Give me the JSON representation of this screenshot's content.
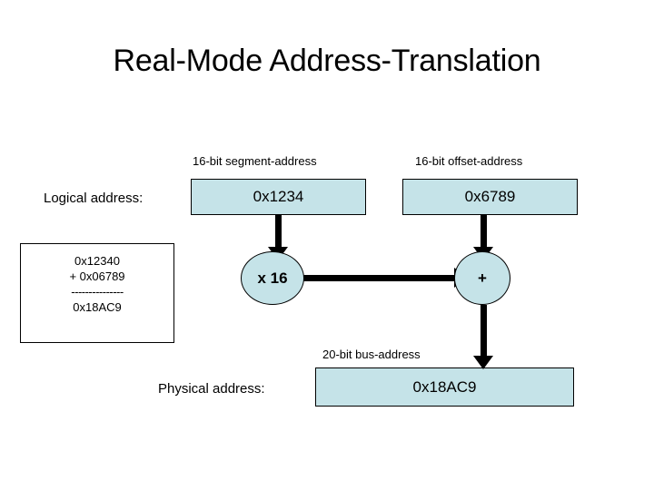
{
  "slide": {
    "title": "Real-Mode Address-Translation",
    "headers": {
      "segment": "16-bit segment-address",
      "offset": "16-bit offset-address",
      "bus": "20-bit bus-address"
    },
    "rows": {
      "logical_label": "Logical address:",
      "physical_label": "Physical address:"
    },
    "boxes": {
      "segment_value": "0x1234",
      "offset_value": "0x6789",
      "physical_value": "0x18AC9"
    },
    "nodes": {
      "multiply": "x 16",
      "add": "+"
    },
    "calculation": {
      "line1": "0x12340",
      "line2": "+ 0x06789",
      "line3": "---------------",
      "line4": "0x18AC9"
    },
    "colors": {
      "fill": "#c5e3e8",
      "stroke": "#000000",
      "background": "#ffffff"
    }
  }
}
